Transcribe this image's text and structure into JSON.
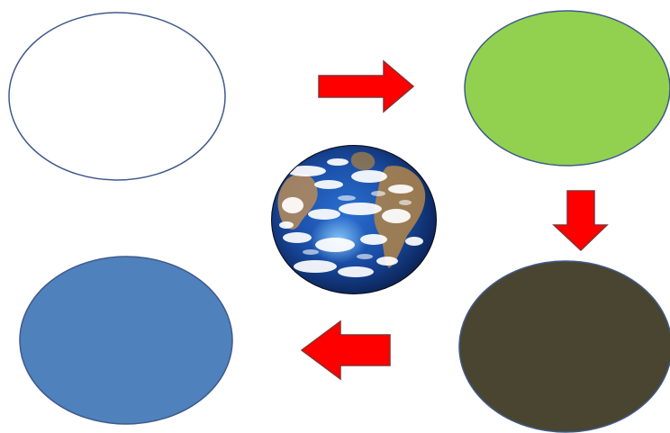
{
  "diagram": {
    "nodes": [
      {
        "id": "top-left",
        "fill": "#ffffff",
        "stroke": "#3f5a8a",
        "label": ""
      },
      {
        "id": "top-right",
        "fill": "#92d050",
        "stroke": "#3f5a8a",
        "label": ""
      },
      {
        "id": "bottom-right",
        "fill": "#4a4530",
        "stroke": "#3f5a8a",
        "label": ""
      },
      {
        "id": "bottom-left",
        "fill": "#4f81bd",
        "stroke": "#3f5a8a",
        "label": ""
      }
    ],
    "center_image": {
      "icon": "earth-globe-icon"
    },
    "arrows": [
      {
        "from": "top-left",
        "to": "top-right",
        "direction": "right",
        "color": "#ff0000"
      },
      {
        "from": "top-right",
        "to": "bottom-right",
        "direction": "down",
        "color": "#ff0000"
      },
      {
        "from": "bottom-right",
        "to": "bottom-left",
        "direction": "left",
        "color": "#ff0000"
      }
    ],
    "arrow_stroke": "#8b2e2e"
  }
}
